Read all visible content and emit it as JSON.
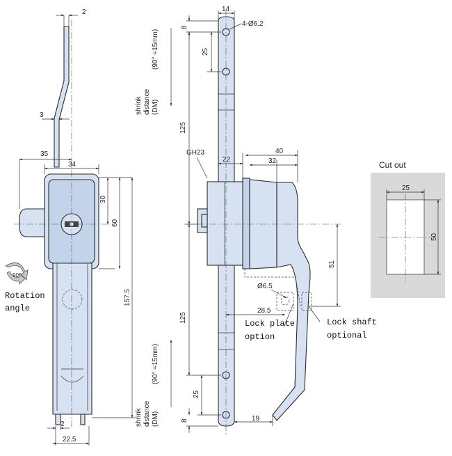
{
  "dims": {
    "d2_top": "2",
    "d3": "3",
    "d35": "35",
    "d34": "34",
    "d30": "30",
    "d60": "60",
    "d157_5": "157.5",
    "d2_bottom": "2",
    "d22_5": "22.5",
    "d14": "14",
    "d8_top": "8",
    "hole": "4-Ø6.2",
    "d25_top": "25",
    "d125_top": "125",
    "gh23": "GH23",
    "d22": "22",
    "d40": "40",
    "d32": "32",
    "d51": "51",
    "d6_5": "Ø6.5",
    "d28_5": "28.5",
    "d125_bottom": "125",
    "d25_bottom": "25",
    "d8_bottom": "8",
    "d19": "19",
    "cut25": "25",
    "cut50": "50"
  },
  "labels": {
    "rotation": [
      "Rotation",
      "angle"
    ],
    "rotation_deg": "90°",
    "lock_plate": [
      "Lock plate",
      "option"
    ],
    "lock_shaft": [
      "Lock shaft",
      "optional"
    ],
    "cut_out": "Cut out",
    "shrink_top": [
      "shrink",
      "distance",
      "(DM)",
      "(90° =15mm)"
    ],
    "shrink_bottom": [
      "shrink",
      "distance",
      "(DM)",
      "(90° =15mm)"
    ]
  },
  "colors": {
    "part": "#d6e2f2",
    "cutout_panel": "#d9d9d9"
  }
}
